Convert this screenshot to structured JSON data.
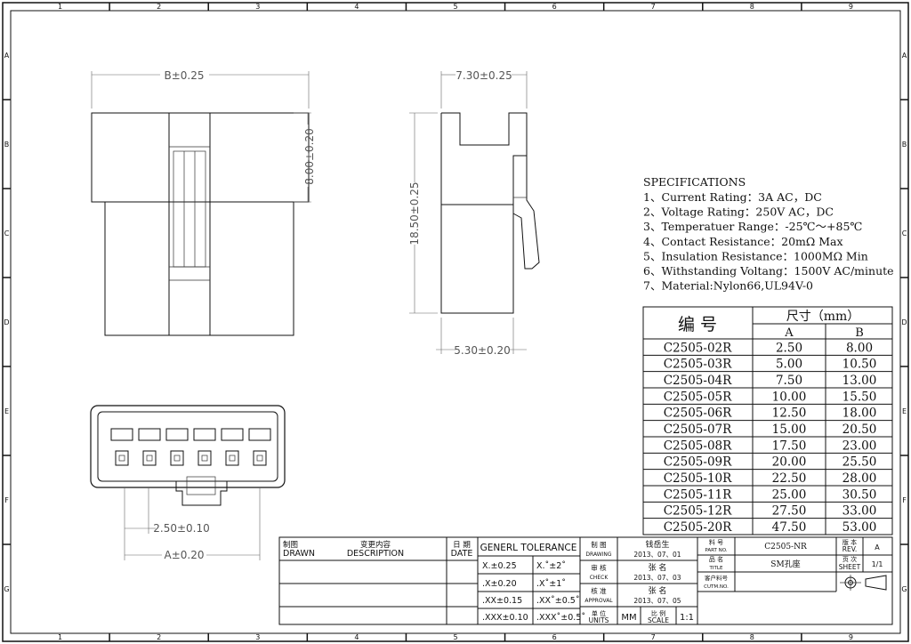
{
  "border": {
    "columns": [
      "1",
      "2",
      "3",
      "4",
      "5",
      "6",
      "7",
      "8",
      "9"
    ],
    "rows": [
      "A",
      "B",
      "C",
      "D",
      "E",
      "F",
      "G"
    ]
  },
  "dimensions": {
    "front_width": "B±0.25",
    "front_height": "8.00±0.20",
    "side_depth": "7.30±0.25",
    "side_height": "18.50±0.25",
    "side_bottom": "5.30±0.20",
    "pitch": "2.50±0.10",
    "bottom_a": "A±0.20"
  },
  "specifications": {
    "title": "SPECIFICATIONS",
    "items": [
      "1、Current Rating：3A AC，DC",
      "2、Voltage Rating：250V AC，DC",
      "3、Temperatuer Range：-25℃～+85℃",
      "4、Contact Resistance：20mΩ  Max",
      "5、Insulation Resistance：1000MΩ  Min",
      "6、Withstanding Voltang：1500V AC/minute",
      "7、Material:Nylon66,UL94V-0"
    ]
  },
  "size_table": {
    "header_code": "编  号",
    "header_size": "尺寸（mm）",
    "col_a": "A",
    "col_b": "B",
    "rows": [
      [
        "C2505-02R",
        "2.50",
        "8.00"
      ],
      [
        "C2505-03R",
        "5.00",
        "10.50"
      ],
      [
        "C2505-04R",
        "7.50",
        "13.00"
      ],
      [
        "C2505-05R",
        "10.00",
        "15.50"
      ],
      [
        "C2505-06R",
        "12.50",
        "18.00"
      ],
      [
        "C2505-07R",
        "15.00",
        "20.50"
      ],
      [
        "C2505-08R",
        "17.50",
        "23.00"
      ],
      [
        "C2505-09R",
        "20.00",
        "25.50"
      ],
      [
        "C2505-10R",
        "22.50",
        "28.00"
      ],
      [
        "C2505-11R",
        "25.00",
        "30.50"
      ],
      [
        "C2505-12R",
        "27.50",
        "33.00"
      ],
      [
        "C2505-20R",
        "47.50",
        "53.00"
      ]
    ]
  },
  "title_block": {
    "drawn_cn": "制图",
    "drawn_en": "DRAWN",
    "desc_cn": "变更内容",
    "desc_en": "DESCRIPTION",
    "date_cn": "日 期",
    "date_en": "DATE",
    "tolerance_title": "GENERL TOLERANCE",
    "tolerances": [
      [
        "X.±0.25",
        "X.˚±2˚"
      ],
      [
        ".X±0.20",
        ".X˚±1˚"
      ],
      [
        ".XX±0.15",
        ".XX˚±0.5˚"
      ],
      [
        ".XXX±0.10",
        ".XXX˚±0.5˚"
      ]
    ],
    "roles": [
      [
        "制 图",
        "DRAWING"
      ],
      [
        "审 核",
        "CHECK"
      ],
      [
        "核 准",
        "APPROVAL"
      ]
    ],
    "people": [
      [
        "钱岳生",
        "2013、07、01"
      ],
      [
        "张 名",
        "2013、07、03"
      ],
      [
        "张 名",
        "2013、07、05"
      ]
    ],
    "units_cn": "单 位",
    "units_en": "UNITS",
    "units_val": "MM",
    "scale_cn": "比 例",
    "scale_en": "SCALE",
    "scale_val": "1:1",
    "part_no_cn": "料 号",
    "part_no_en": "PART NO.",
    "part_no_val": "C2505-NR",
    "title_cn": "品 名",
    "title_en": "TITLE",
    "title_val": "SM孔座",
    "cust_cn": "客户料号",
    "cust_en": "CUTM.NO.",
    "rev_cn": "版 本",
    "rev_en": "REV.",
    "rev_val": "A",
    "sheet_cn": "页 次",
    "sheet_en": "SHEET",
    "sheet_val": "1/1"
  }
}
